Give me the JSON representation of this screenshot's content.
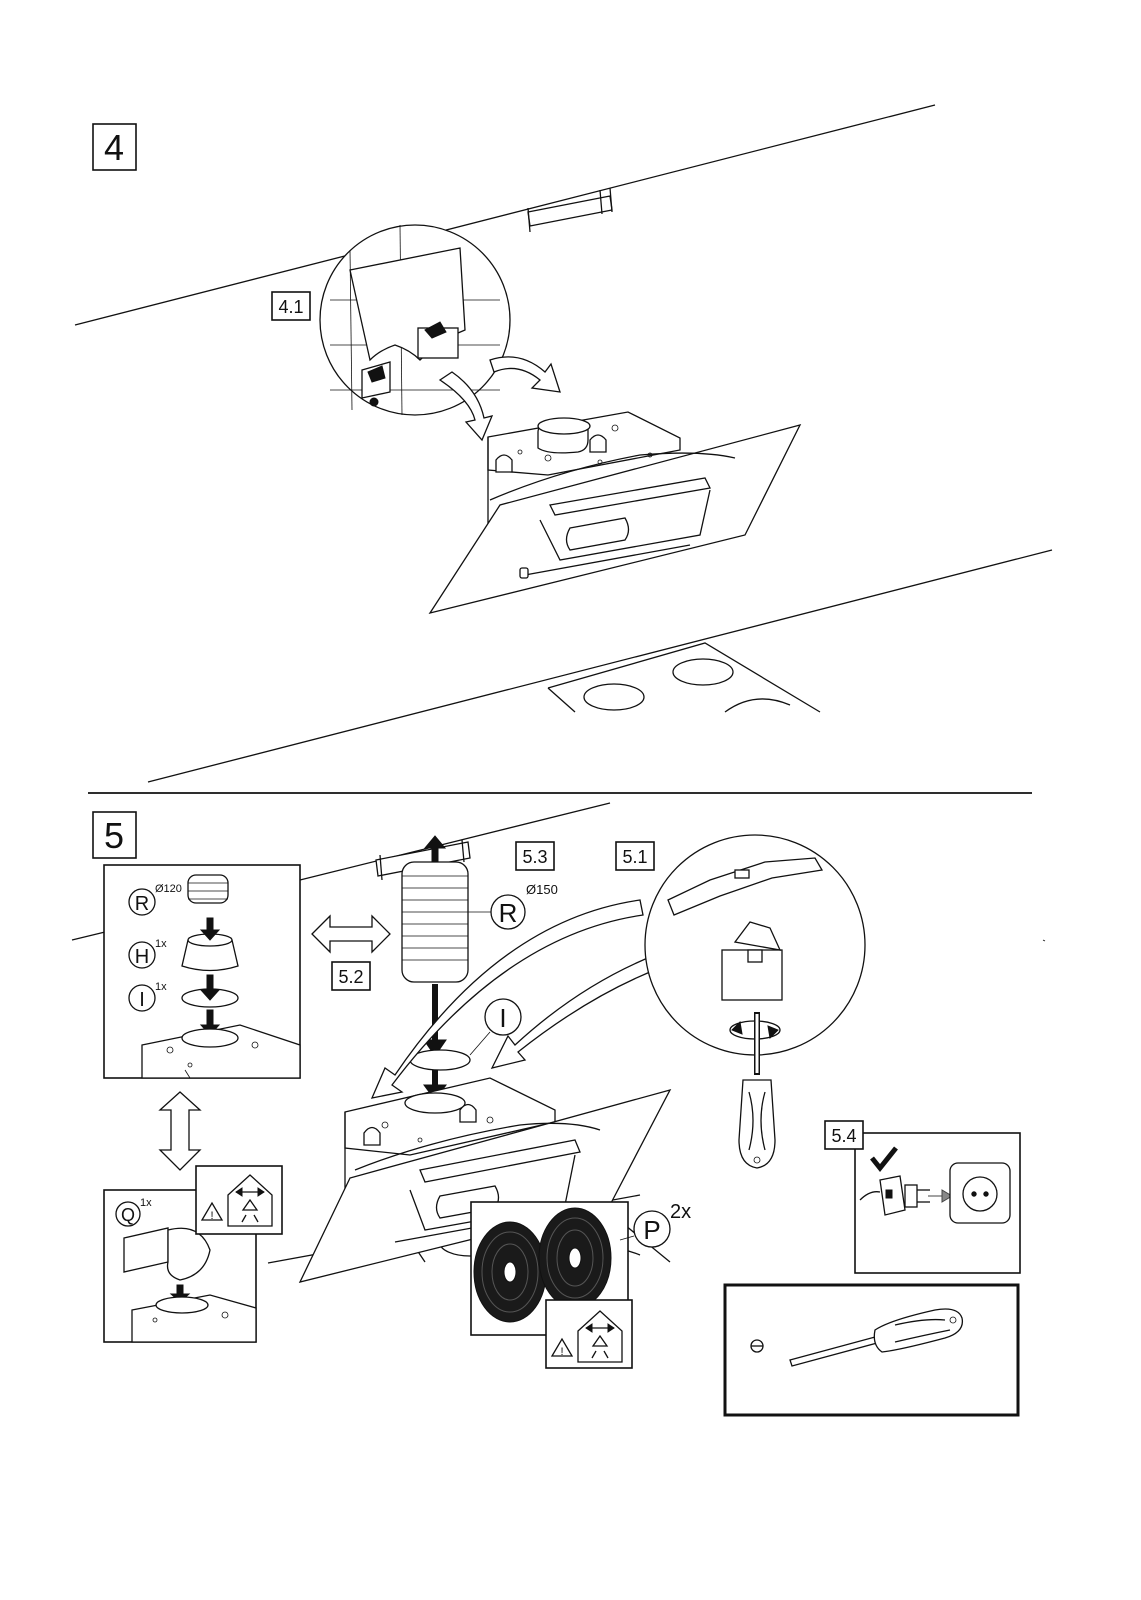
{
  "steps": {
    "step4": {
      "number": "4",
      "sub_4_1": "4.1"
    },
    "step5": {
      "number": "5",
      "sub_5_1": "5.1",
      "sub_5_2": "5.2",
      "sub_5_3": "5.3",
      "sub_5_4": "5.4"
    }
  },
  "parts": {
    "R_small": {
      "letter": "R",
      "size": "Ø120"
    },
    "H": {
      "letter": "H",
      "qty": "1x"
    },
    "I_small": {
      "letter": "I",
      "qty": "1x"
    },
    "Q": {
      "letter": "Q",
      "qty": "1x"
    },
    "R_large": {
      "letter": "R",
      "size": "Ø150"
    },
    "I_large": {
      "letter": "I"
    },
    "P": {
      "letter": "P",
      "qty": "2x"
    }
  },
  "icons": [
    "warning-icon",
    "airflow-house-icon",
    "check-icon",
    "plug-icon",
    "socket-icon",
    "screwdriver-icon",
    "flat-slot-icon",
    "spirit-level-icon",
    "arrow-icon"
  ]
}
